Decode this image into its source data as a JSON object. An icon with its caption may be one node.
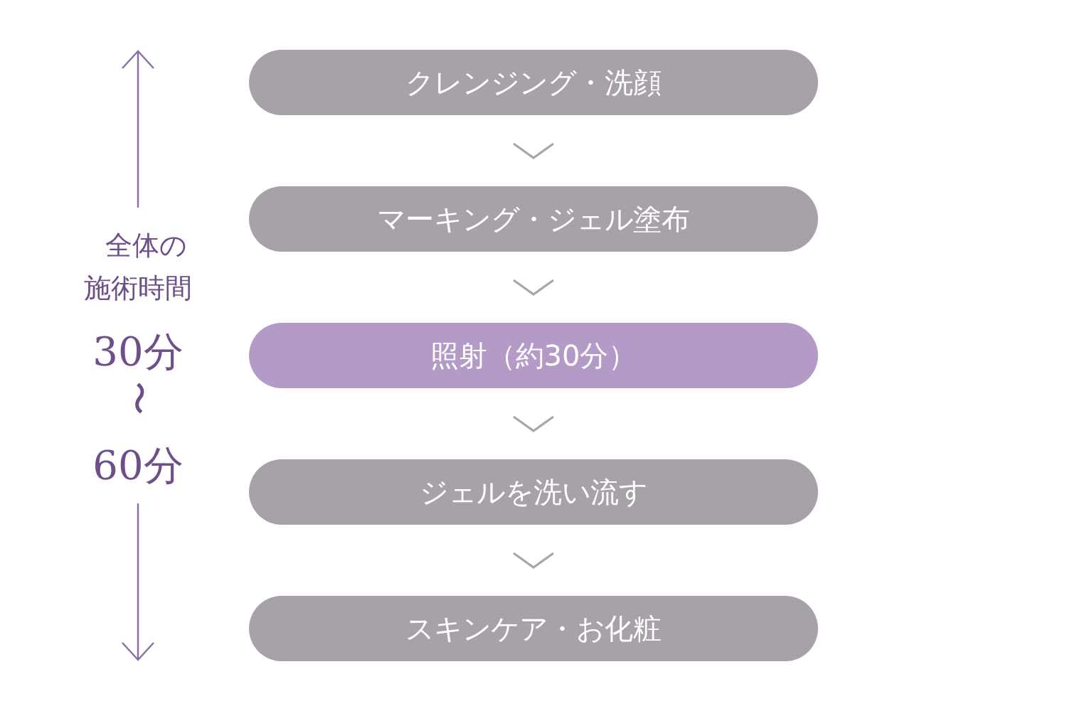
{
  "diagram": {
    "nodes": [
      {
        "text": [
          "クレンジング・洗顔"
        ]
      },
      {
        "text": [
          "マーキング・ジェル塗布"
        ]
      },
      {
        "text": [
          "照射（約30分）"
        ]
      },
      {
        "text": [
          "ジェルを洗い流す"
        ]
      },
      {
        "text": [
          "スキンケア・お化粧"
        ]
      }
    ],
    "edges": [
      {
        "from": 0,
        "to": 1,
        "arrow": "to"
      },
      {
        "from": 1,
        "to": 2,
        "arrow": "to"
      },
      {
        "from": 2,
        "to": 3,
        "arrow": "to"
      },
      {
        "from": 3,
        "to": 4,
        "arrow": "to"
      }
    ],
    "labels": [
      "全体の施術時間",
      "30分",
      "〜",
      "60分"
    ]
  }
}
